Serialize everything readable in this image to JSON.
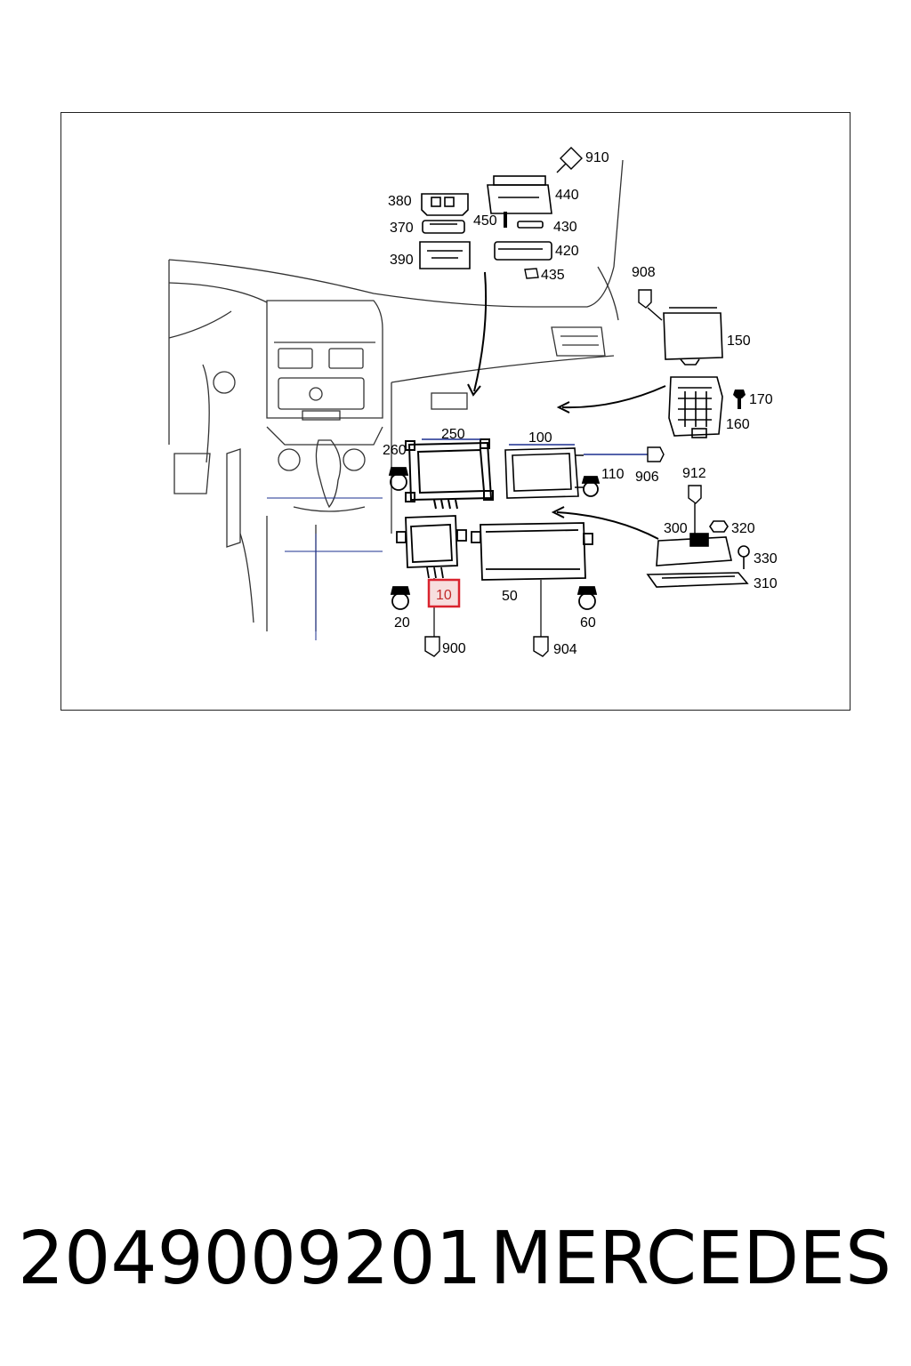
{
  "diagram": {
    "callouts": {
      "c910": "910",
      "c440": "440",
      "c380": "380",
      "c370": "370",
      "c450": "450",
      "c430": "430",
      "c390": "390",
      "c420": "420",
      "c435": "435",
      "c908": "908",
      "c150": "150",
      "c170": "170",
      "c160": "160",
      "c250": "250",
      "c260": "260",
      "c100": "100",
      "c110": "110",
      "c906": "906",
      "c912": "912",
      "c300": "300",
      "c320": "320",
      "c330": "330",
      "c310": "310",
      "c50": "50",
      "c20": "20",
      "c10": "10",
      "c60": "60",
      "c900": "900",
      "c904": "904"
    },
    "highlight_color": "#d9232e",
    "line_color": "#1b2f8f"
  },
  "footer": {
    "part_number": "2049009201",
    "brand": "MERCEDES"
  }
}
